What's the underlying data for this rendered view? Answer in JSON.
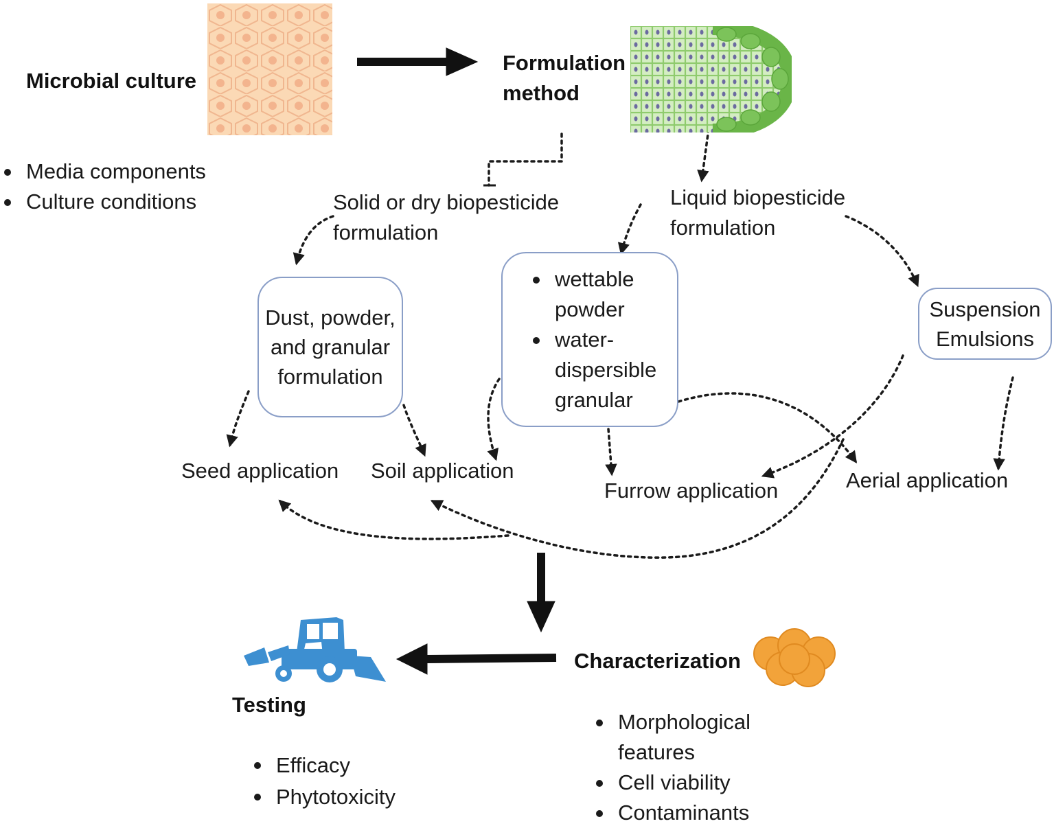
{
  "microbial_culture": {
    "title": "Microbial culture",
    "items": [
      "Media components",
      "Culture conditions"
    ]
  },
  "formulation_method": {
    "line1": "Formulation",
    "line2": "method"
  },
  "solid_formulation": {
    "line1": "Solid or dry biopesticide",
    "line2": "formulation"
  },
  "liquid_formulation": {
    "line1": "Liquid biopesticide",
    "line2": "formulation"
  },
  "dust_box": {
    "text": "Dust, powder,\nand granular\nformulation"
  },
  "wettable_box": {
    "items": [
      "wettable\npowder",
      "water-\ndispersible\ngranular"
    ]
  },
  "suspension_box": {
    "text": "Suspension\nEmulsions"
  },
  "applications": {
    "seed": "Seed application",
    "soil": "Soil application",
    "furrow": "Furrow application",
    "aerial": "Aerial application"
  },
  "characterization": {
    "title": "Characterization",
    "items": [
      "Morphological\nfeatures",
      "Cell viability",
      "Contaminants"
    ]
  },
  "testing": {
    "title": "Testing",
    "items": [
      "Efficacy",
      "Phytotoxicity"
    ]
  },
  "colors": {
    "culture_fill": "#fbd9b5",
    "culture_cell": "#f3b48e",
    "tissue_green": "#7cc35a",
    "tissue_light": "#c6e7b2",
    "nucleus": "#6b6aa0",
    "tractor_blue": "#3d8fd1",
    "colony_orange": "#f2a33a",
    "box_border": "#8a9ec7"
  },
  "icons": [
    "microbial-culture-texture",
    "plant-tissue-icon",
    "tractor-icon",
    "colony-icon"
  ]
}
